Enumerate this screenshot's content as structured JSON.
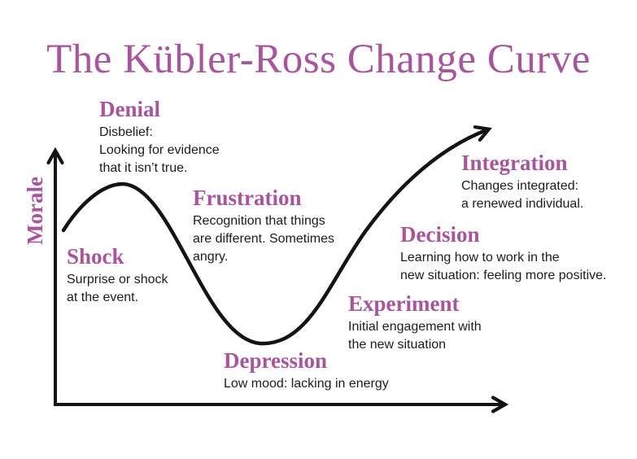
{
  "title": "The Kübler-Ross Change Curve",
  "y_axis_label": "Morale",
  "colors": {
    "accent": "#a8559e",
    "body_text": "#1c1c1c",
    "line": "#141414"
  },
  "stages": [
    {
      "label": "Shock",
      "description": "Surprise or shock\nat the event."
    },
    {
      "label": "Denial",
      "description": "Disbelief:\nLooking for evidence\nthat it isn’t true."
    },
    {
      "label": "Frustration",
      "description": "Recognition that things\nare different. Sometimes\nangry."
    },
    {
      "label": "Depression",
      "description": "Low mood: lacking in energy"
    },
    {
      "label": "Experiment",
      "description": "Initial engagement with\nthe new situation"
    },
    {
      "label": "Decision",
      "description": "Learning how to work in the\nnew situation: feeling more positive."
    },
    {
      "label": "Integration",
      "description": "Changes integrated:\na renewed individual."
    }
  ]
}
